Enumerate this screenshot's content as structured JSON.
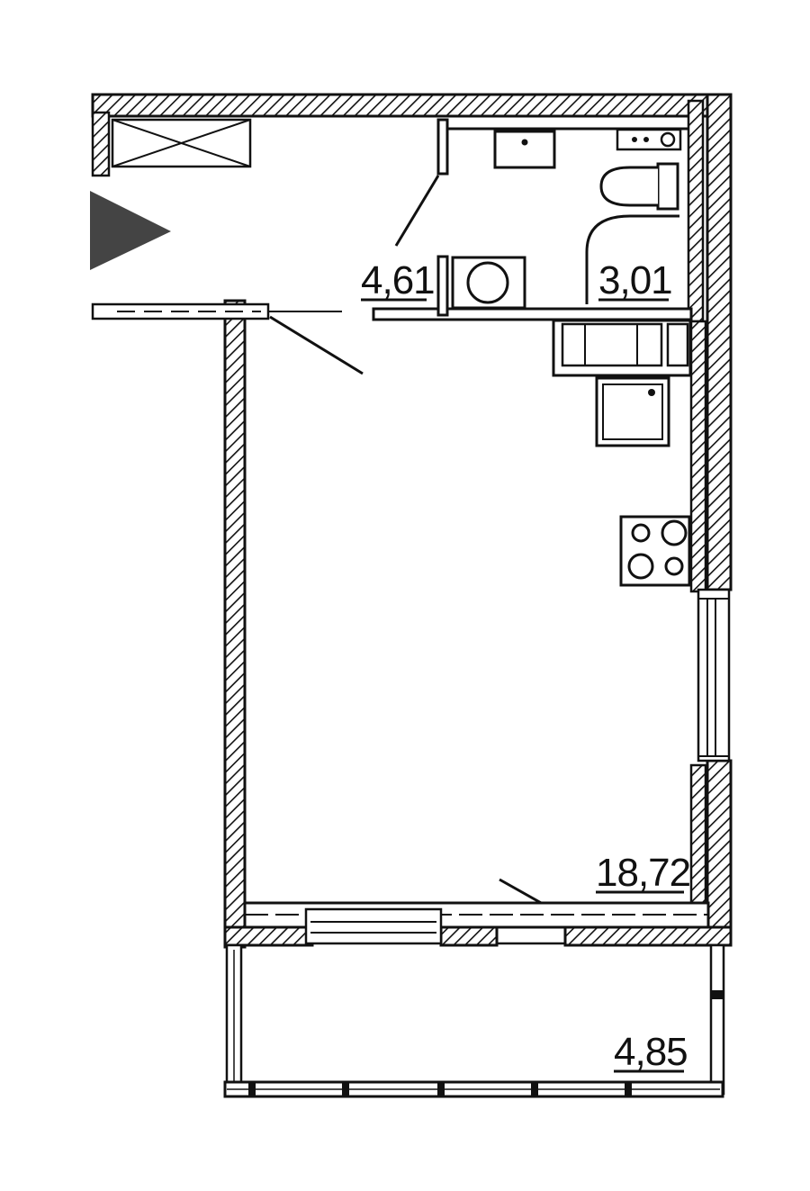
{
  "rooms": [
    {
      "id": "hall",
      "area": "4,61"
    },
    {
      "id": "bathroom",
      "area": "3,01"
    },
    {
      "id": "living-room",
      "area": "18,72"
    },
    {
      "id": "balcony",
      "area": "4,85"
    }
  ],
  "colors": {
    "line": "#111111",
    "background": "#ffffff",
    "entrance_arrow": "#444444"
  },
  "icons": [
    "entrance-arrow-icon",
    "toilet-icon",
    "sink-icon",
    "washing-machine-icon",
    "stove-icon",
    "kitchen-sink-icon",
    "bathtub-icon"
  ]
}
